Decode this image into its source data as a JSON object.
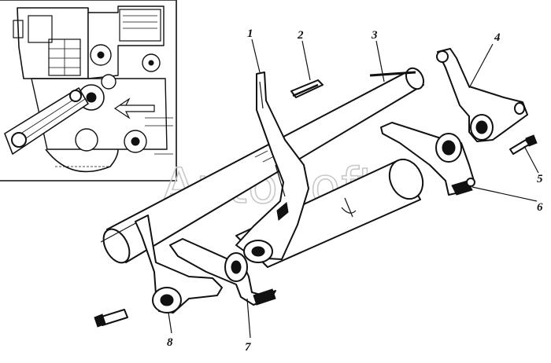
{
  "labels": {
    "l1": "1",
    "l2": "2",
    "l3": "3",
    "l4": "4",
    "l5": "5",
    "l6": "6",
    "l7": "7",
    "l8": "8"
  },
  "watermark": "AutoSoft",
  "colors": {
    "ink": "#111111",
    "background": "#ffffff",
    "watermark": "#c8c8c8"
  }
}
